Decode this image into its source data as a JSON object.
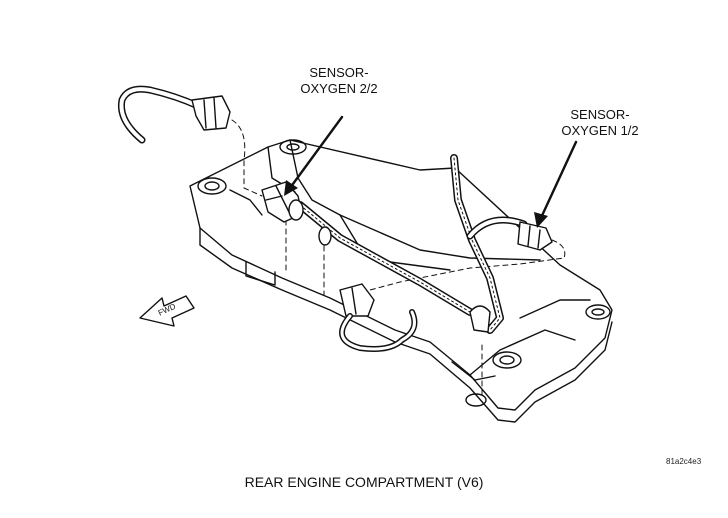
{
  "callouts": {
    "oxygen_sensor_2_2": {
      "line1": "SENSOR-",
      "line2": "OXYGEN 2/2"
    },
    "oxygen_sensor_1_2": {
      "line1": "SENSOR-",
      "line2": "OXYGEN 1/2"
    }
  },
  "direction_arrow_label": "FWD",
  "figure_id": "81a2c4e3",
  "caption": "REAR ENGINE COMPARTMENT  (V6)"
}
